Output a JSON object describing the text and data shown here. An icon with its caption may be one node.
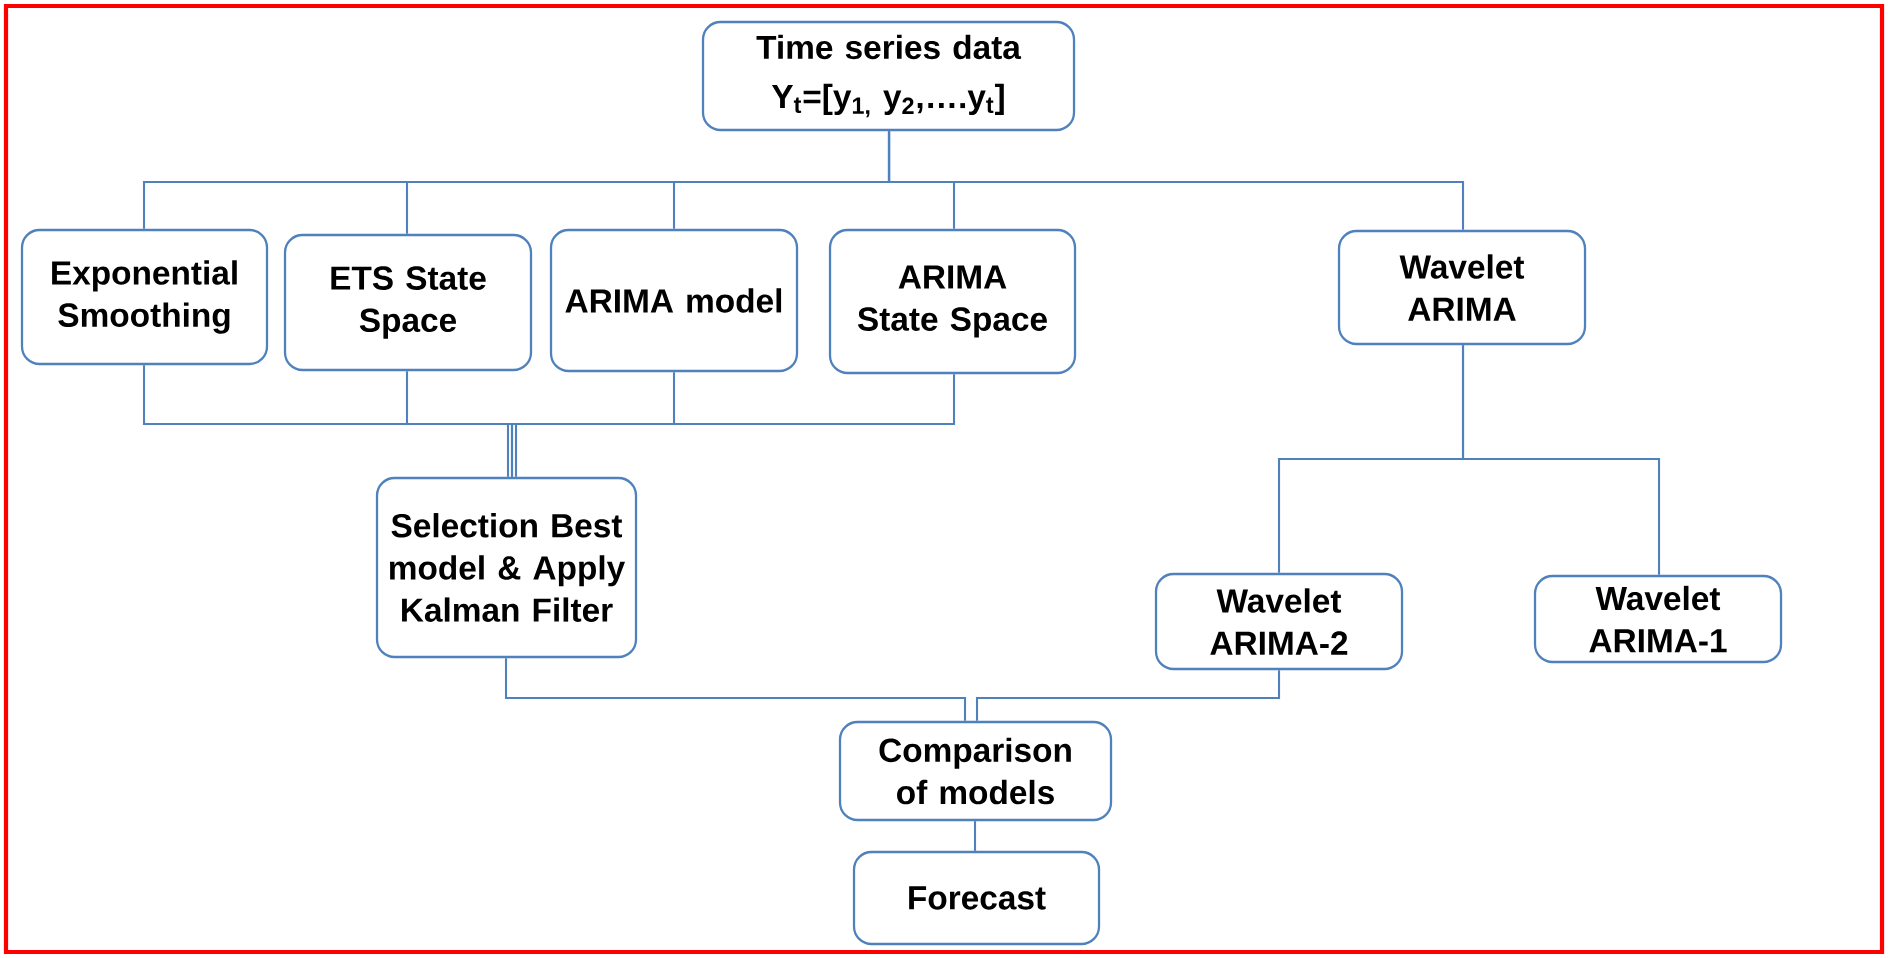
{
  "diagram": {
    "nodes": [
      {
        "text": [
          "Time series data",
          "Y$_{t}$=[y$_{1,}$ y$_{2}$,….y$_{t}$]"
        ]
      },
      {
        "text": [
          "Exponential Smoothing"
        ]
      },
      {
        "text": [
          "ETS State Space"
        ]
      },
      {
        "text": [
          "ARIMA model"
        ]
      },
      {
        "text": [
          "ARIMA State Space"
        ]
      },
      {
        "text": [
          "Wavelet ARIMA"
        ]
      },
      {
        "text": [
          "Selection Best model & Apply Kalman Filter"
        ]
      },
      {
        "text": [
          "Wavelet ARIMA-2"
        ]
      },
      {
        "text": [
          "Wavelet ARIMA-1"
        ]
      },
      {
        "text": [
          "Comparison of models"
        ]
      },
      {
        "text": [
          "Forecast"
        ]
      }
    ],
    "edges": [
      {
        "from": 0,
        "to": 1,
        "arrow": "none"
      },
      {
        "from": 0,
        "to": 2,
        "arrow": "none"
      },
      {
        "from": 0,
        "to": 3,
        "arrow": "none"
      },
      {
        "from": 0,
        "to": 4,
        "arrow": "none"
      },
      {
        "from": 0,
        "to": 5,
        "arrow": "none"
      },
      {
        "from": 1,
        "to": 6,
        "arrow": "none"
      },
      {
        "from": 2,
        "to": 6,
        "arrow": "none"
      },
      {
        "from": 3,
        "to": 6,
        "arrow": "none"
      },
      {
        "from": 4,
        "to": 6,
        "arrow": "none"
      },
      {
        "from": 5,
        "to": 7,
        "arrow": "none"
      },
      {
        "from": 5,
        "to": 8,
        "arrow": "none"
      },
      {
        "from": 6,
        "to": 9,
        "arrow": "none"
      },
      {
        "from": 7,
        "to": 9,
        "arrow": "none"
      },
      {
        "from": 9,
        "to": 10,
        "arrow": "none"
      }
    ]
  }
}
